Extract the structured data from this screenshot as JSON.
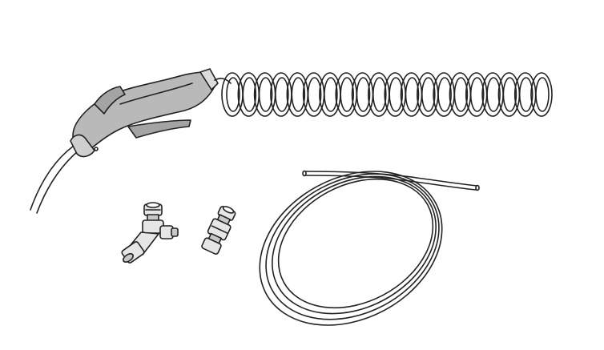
{
  "illustration": {
    "parts": [
      "air-blow-gun",
      "coiled-air-hose",
      "tee-fitting",
      "straight-union-fitting",
      "coiled-tubing"
    ]
  },
  "colors": {
    "background": "#ffffff",
    "outline": "#222222",
    "gun_body": "#b9b9b9",
    "gun_body_shade": "#a4a4a4",
    "fitting_metal": "#e6e6e6",
    "fitting_shade": "#c8c8c8"
  }
}
